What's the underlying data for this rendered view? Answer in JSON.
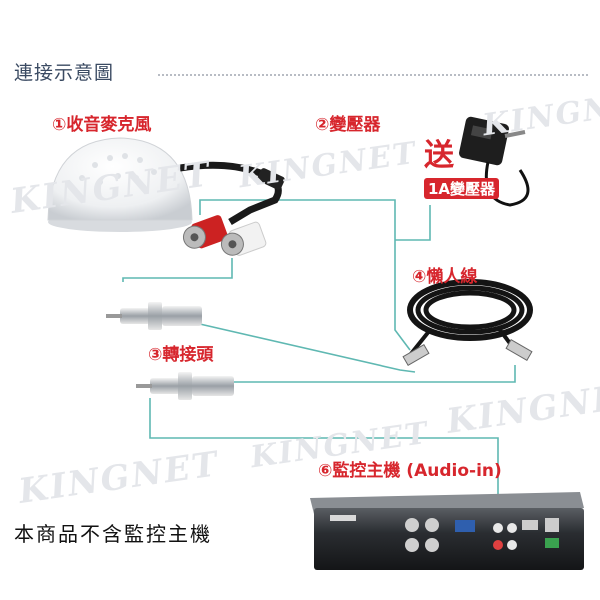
{
  "header": {
    "title": "連接示意圖"
  },
  "labels": {
    "mic": "①收音麥克風",
    "adapter": "②變壓器",
    "connector": "③轉接頭",
    "cable": "④懶人線",
    "dvr": "⑥監控主機 (Audio-in)"
  },
  "promo": {
    "gift": "送",
    "gift_item": "1A變壓器"
  },
  "watermark": {
    "brand": "KINGNET"
  },
  "note": "本商品不含監控主機",
  "colors": {
    "label_red": "#d7262d",
    "connector_line": "#5fb8b2",
    "title": "#3a4a62"
  }
}
